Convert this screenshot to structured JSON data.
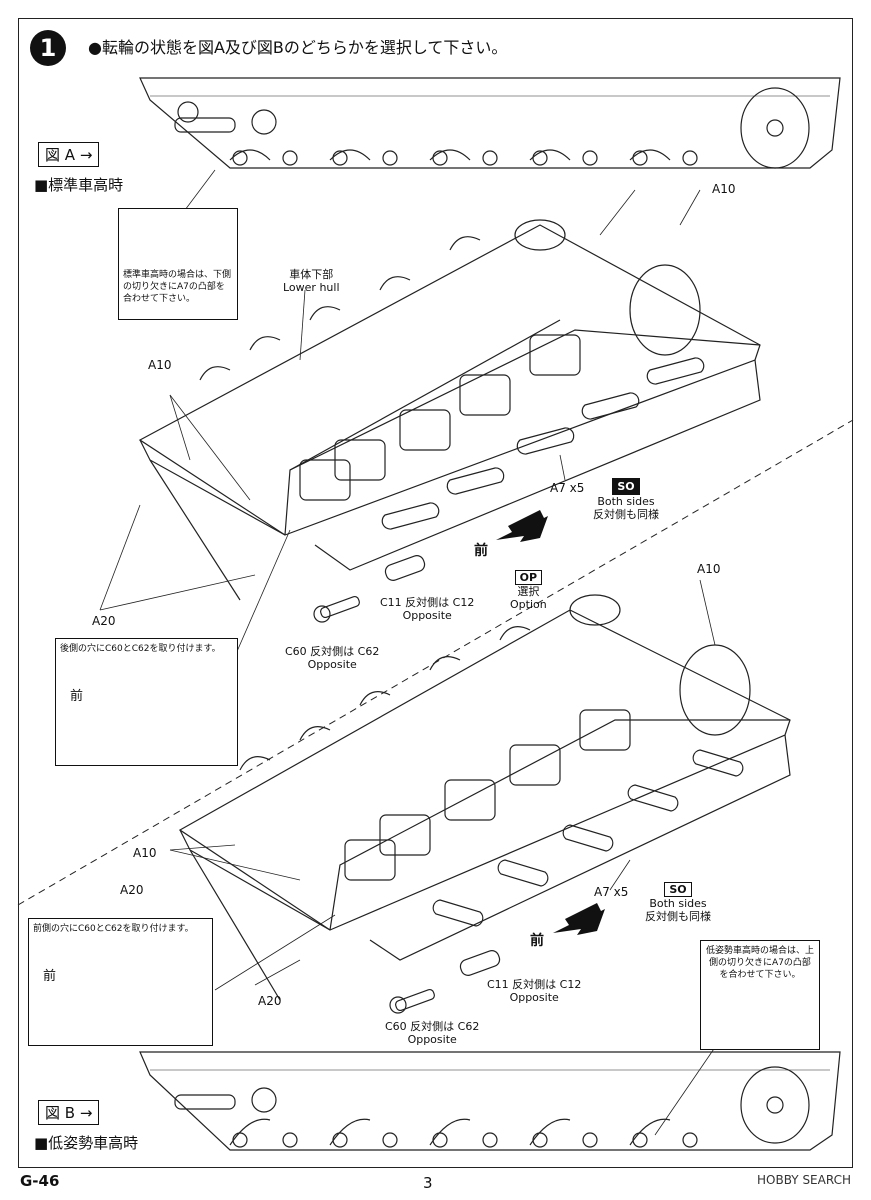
{
  "step": {
    "number": "1",
    "instruction": "●転輪の状態を図A及び図Bのどちらかを選択して下さい。"
  },
  "figA": {
    "tag": "図 A",
    "title": "■標準車高時",
    "callout_note": "標準車高時の場合は、下側の切り欠きにA7の凸部を合わせて下さい。",
    "hull_label_jp": "車体下部",
    "hull_label_en": "Lower hull",
    "part_a10": "A10",
    "part_a20": "A20",
    "part_a7": "A7 x5",
    "so_badge": "SO",
    "both_sides": "Both sides",
    "both_sides_jp": "反対側も同様",
    "front": "前",
    "c11_line": "C11 反対側は C12",
    "c11_opp": "Opposite",
    "c60_line": "C60 反対側は C62",
    "c60_opp": "Opposite",
    "rear_note": "後側の穴にC60とC62を取り付けます。",
    "rear_front": "前"
  },
  "option": {
    "badge": "OP",
    "jp": "選択",
    "en": "Option"
  },
  "figB": {
    "tag": "図 B",
    "title": "■低姿勢車高時",
    "callout_note": "低姿勢車高時の場合は、上側の切り欠きにA7の凸部を合わせて下さい。",
    "part_a10": "A10",
    "part_a10b": "A10",
    "part_a20": "A20",
    "part_a20b": "A20",
    "part_a7": "A7 x5",
    "so_badge": "SO",
    "both_sides": "Both sides",
    "both_sides_jp": "反対側も同様",
    "front": "前",
    "c11_line": "C11 反対側は C12",
    "c11_opp": "Opposite",
    "c60_line": "C60 反対側は C62",
    "c60_opp": "Opposite",
    "front_note": "前側の穴にC60とC62を取り付けます。",
    "front_front": "前"
  },
  "footer": {
    "code": "G-46",
    "page": "3",
    "watermark": "HOBBY SEARCH"
  }
}
